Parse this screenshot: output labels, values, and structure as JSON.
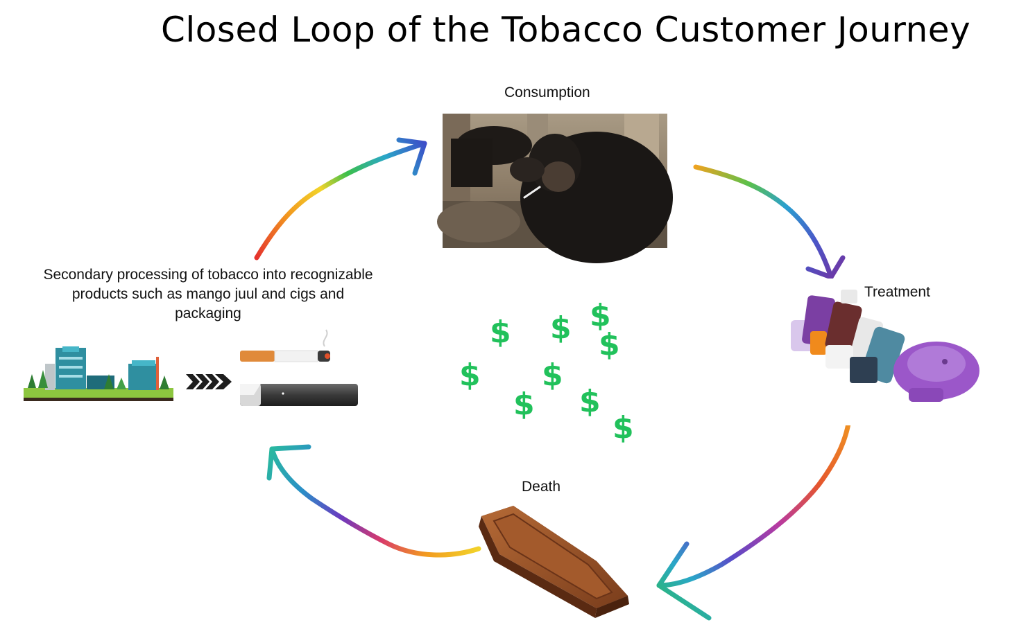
{
  "title": "Closed Loop of the Tobacco Customer Journey",
  "stages": {
    "consumption": "Consumption",
    "treatment": "Treatment",
    "death": "Death",
    "secondary": "Secondary processing of tobacco into recognizable products such as mango juul and cigs and packaging"
  },
  "money_symbol": "$",
  "colors": {
    "money": "#21c15b",
    "coffin": "#8a4a24",
    "inhaler_purple": "#9b57c9"
  },
  "icons": [
    "chimpanzee-photo",
    "inhalers-image",
    "coffin-image",
    "factory-image",
    "chevron-arrows",
    "cigarette-image",
    "juul-device-image",
    "rainbow-arrow"
  ]
}
